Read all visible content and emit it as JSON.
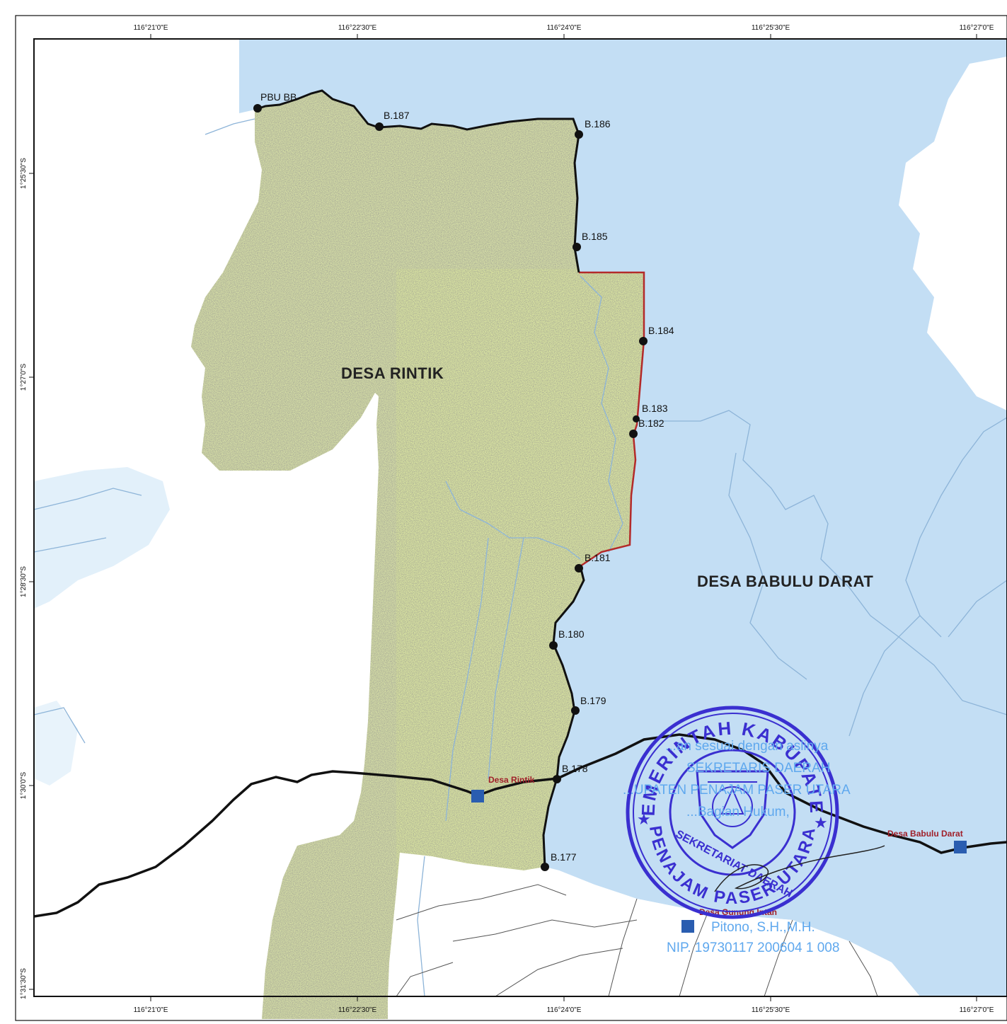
{
  "map": {
    "lon_ticks": [
      "116°21'0\"E",
      "116°22'30\"E",
      "116°24'0\"E",
      "116°25'30\"E",
      "116°27'0\"E"
    ],
    "lat_ticks": [
      "1°25'30\"S",
      "1°27'0\"S",
      "1°28'30\"S",
      "1°30'0\"S",
      "1°31'30\"S"
    ],
    "regions": {
      "rintik": "DESA RINTIK",
      "babulu_darat": "DESA BABULU DARAT"
    },
    "boundary_points": [
      {
        "id": "pbu",
        "label": "PBU BB"
      },
      {
        "id": "b187",
        "label": "B.187"
      },
      {
        "id": "b186",
        "label": "B.186"
      },
      {
        "id": "b185",
        "label": "B.185"
      },
      {
        "id": "b184",
        "label": "B.184"
      },
      {
        "id": "b183",
        "label": "B.183"
      },
      {
        "id": "b182",
        "label": "B.182"
      },
      {
        "id": "b181",
        "label": "B.181"
      },
      {
        "id": "b180",
        "label": "B.180"
      },
      {
        "id": "b179",
        "label": "B.179"
      },
      {
        "id": "b178",
        "label": "B.178"
      },
      {
        "id": "b177",
        "label": "B.177"
      }
    ],
    "villages": [
      {
        "id": "rintik",
        "label": "Desa Rintik"
      },
      {
        "id": "babulu",
        "label": "Desa Babulu Darat"
      },
      {
        "id": "gunung",
        "label": "Desa Gunung Intan"
      }
    ],
    "colors": {
      "rintik_fill": "#d6dfa6",
      "babulu_fill": "#c3def4",
      "boundary": "#111111",
      "boundary_red": "#b32a2a",
      "village_marker": "#2a5db0",
      "stamp": "#3a2fd0",
      "stamp_note": "#5fa8ee"
    }
  },
  "stamp": {
    "ring_top": "PEMERINTAH KABUPATEN",
    "ring_bottom": "PENAJAM PASER UTARA",
    "inner": "SEKRETARIAT DAERAH",
    "note_lines": [
      "...an sesuai dengan aslinya",
      "SEKRETARIS DAERAH",
      "...UPATEN PENAJAM PASER UTARA",
      "...Bagian Hukum,"
    ],
    "name": "Pitono, S.H.,M.H.",
    "nip": "NIP. 19730117 200604 1 008"
  }
}
